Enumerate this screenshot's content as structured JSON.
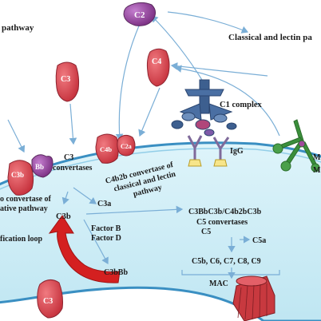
{
  "labels": {
    "alt_pathway_title": "pathway",
    "classical_title": "Classical and lectin pa",
    "c2": "C2",
    "c4": "C4",
    "c3_top": "C3",
    "c3_bottom": "C3",
    "c1_complex": "C1 complex",
    "igg": "IgG",
    "c3b_protein": "C3b",
    "bb_protein": "Bb",
    "c4b_protein": "C4b",
    "c2a_protein": "C2a",
    "c3_convertases_1": "C3",
    "c3_convertases_2": "convertases",
    "c4b2b_1": "C4b2b convertase of",
    "c4b2b_2": "classical and lectin",
    "c4b2b_3": "pathway",
    "alt_conv_1": "o convertase of",
    "alt_conv_2": "ative pathway",
    "c3a": "C3a",
    "c3b": "C3b",
    "factor_b": "Factor B",
    "factor_d": "Factor D",
    "amplification_loop": "fication loop",
    "c3bbb": "C3bBb",
    "c5_conv_1": "C3BbC3b/C4b2bC3b",
    "c5_conv_2": "C5 convertases",
    "c5": "C5",
    "c5a": "C5a",
    "terminal": "C5b, C6, C7, C8, C9",
    "mac": "MAC",
    "mbl_1": "M",
    "mbl_2": "M"
  },
  "colors": {
    "membrane_fill": "#cdeef7",
    "membrane_stroke": "#3a8fc2",
    "arrow": "#7aaed6",
    "protein_red": "#d8454f",
    "c2_purple": "#8b3e8e",
    "bb_purple": "#8f55a8",
    "c1_blue": "#3d5f8f",
    "mbl_green": "#3b8f3b",
    "loop_red": "#d42020",
    "mac_red": "#c8393f"
  }
}
